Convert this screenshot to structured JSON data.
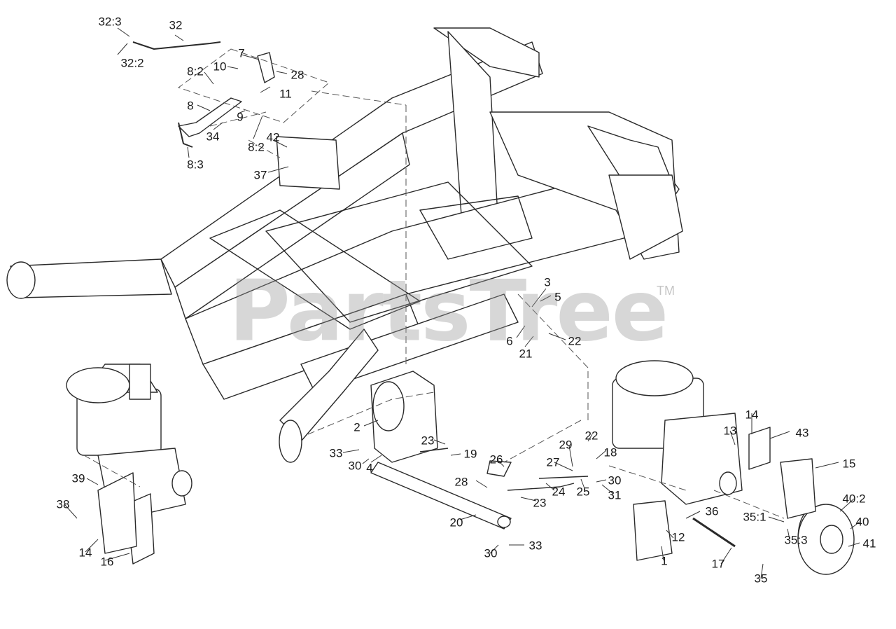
{
  "watermark": {
    "text": "PartsTree",
    "tm": "TM"
  },
  "colors": {
    "line": "#2a2a2a",
    "thin": "#555555",
    "watermark": "#969696"
  },
  "components": [
    {
      "name": "frame",
      "kind": "main-frame-drawing"
    },
    {
      "name": "left-hydro-pump",
      "kind": "transaxle-drawing"
    },
    {
      "name": "right-hydro-pump",
      "kind": "transaxle-drawing"
    },
    {
      "name": "control-assembly",
      "kind": "linkage-drawing"
    },
    {
      "name": "wheel-hub",
      "kind": "hub-drawing"
    }
  ],
  "callouts": [
    "32:3",
    "32",
    "32:2",
    "7",
    "10",
    "28",
    "8:2",
    "11",
    "8",
    "9",
    "34",
    "8:2",
    "42",
    "8:3",
    "37",
    "3",
    "5",
    "6",
    "22",
    "21",
    "2",
    "23",
    "19",
    "33",
    "30",
    "4",
    "26",
    "28",
    "20",
    "30",
    "33",
    "29",
    "22",
    "18",
    "27",
    "30",
    "25",
    "31",
    "24",
    "23",
    "14",
    "13",
    "43",
    "15",
    "36",
    "12",
    "1",
    "17",
    "40:2",
    "35:1",
    "40",
    "35:3",
    "41",
    "35",
    "39",
    "38",
    "14",
    "16"
  ]
}
